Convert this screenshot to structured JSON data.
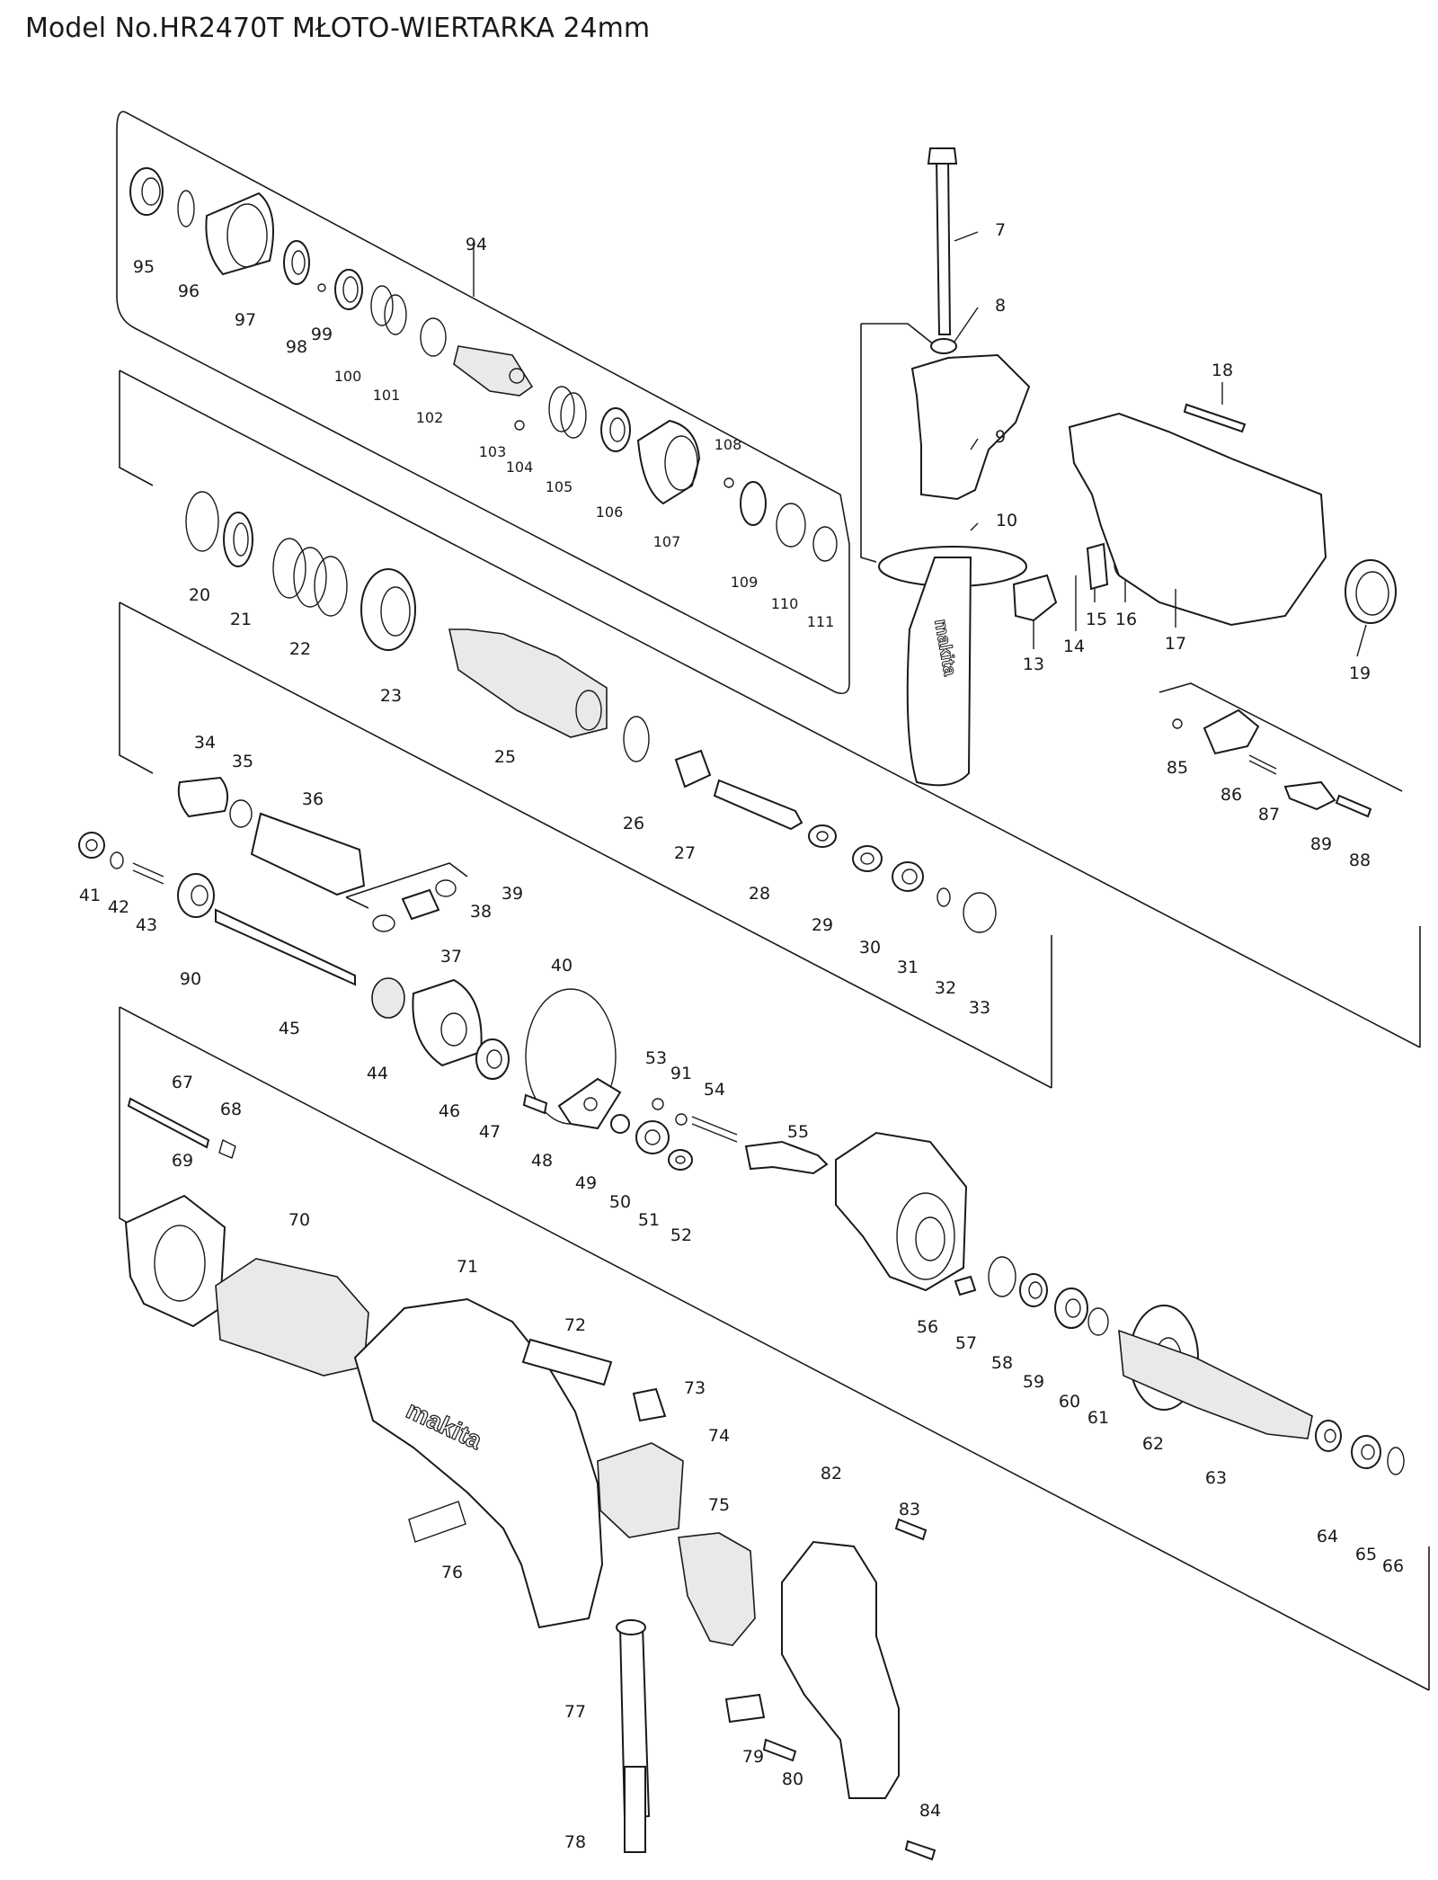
{
  "title": "Model No.HR2470T MŁOTO-WIERTARKA 24mm",
  "brand_text": "makita",
  "parts": [
    {
      "id": "7",
      "label": "7"
    },
    {
      "id": "8",
      "label": "8"
    },
    {
      "id": "9",
      "label": "9"
    },
    {
      "id": "10",
      "label": "10"
    },
    {
      "id": "13",
      "label": "13"
    },
    {
      "id": "14",
      "label": "14"
    },
    {
      "id": "15",
      "label": "15"
    },
    {
      "id": "16",
      "label": "16"
    },
    {
      "id": "17",
      "label": "17"
    },
    {
      "id": "18",
      "label": "18"
    },
    {
      "id": "19",
      "label": "19"
    },
    {
      "id": "20",
      "label": "20"
    },
    {
      "id": "21",
      "label": "21"
    },
    {
      "id": "22",
      "label": "22"
    },
    {
      "id": "23",
      "label": "23"
    },
    {
      "id": "25",
      "label": "25"
    },
    {
      "id": "26",
      "label": "26"
    },
    {
      "id": "27",
      "label": "27"
    },
    {
      "id": "28",
      "label": "28"
    },
    {
      "id": "29",
      "label": "29"
    },
    {
      "id": "30",
      "label": "30"
    },
    {
      "id": "31",
      "label": "31"
    },
    {
      "id": "32",
      "label": "32"
    },
    {
      "id": "33",
      "label": "33"
    },
    {
      "id": "34",
      "label": "34"
    },
    {
      "id": "35",
      "label": "35"
    },
    {
      "id": "36",
      "label": "36"
    },
    {
      "id": "37",
      "label": "37"
    },
    {
      "id": "38",
      "label": "38"
    },
    {
      "id": "39",
      "label": "39"
    },
    {
      "id": "40",
      "label": "40"
    },
    {
      "id": "41",
      "label": "41"
    },
    {
      "id": "42",
      "label": "42"
    },
    {
      "id": "43",
      "label": "43"
    },
    {
      "id": "44",
      "label": "44"
    },
    {
      "id": "45",
      "label": "45"
    },
    {
      "id": "46",
      "label": "46"
    },
    {
      "id": "47",
      "label": "47"
    },
    {
      "id": "48",
      "label": "48"
    },
    {
      "id": "49",
      "label": "49"
    },
    {
      "id": "50",
      "label": "50"
    },
    {
      "id": "51",
      "label": "51"
    },
    {
      "id": "52",
      "label": "52"
    },
    {
      "id": "53",
      "label": "53"
    },
    {
      "id": "54",
      "label": "54"
    },
    {
      "id": "55",
      "label": "55"
    },
    {
      "id": "56",
      "label": "56"
    },
    {
      "id": "57",
      "label": "57"
    },
    {
      "id": "58",
      "label": "58"
    },
    {
      "id": "59",
      "label": "59"
    },
    {
      "id": "60",
      "label": "60"
    },
    {
      "id": "61",
      "label": "61"
    },
    {
      "id": "62",
      "label": "62"
    },
    {
      "id": "63",
      "label": "63"
    },
    {
      "id": "64",
      "label": "64"
    },
    {
      "id": "65",
      "label": "65"
    },
    {
      "id": "66",
      "label": "66"
    },
    {
      "id": "67",
      "label": "67"
    },
    {
      "id": "68",
      "label": "68"
    },
    {
      "id": "69",
      "label": "69"
    },
    {
      "id": "70",
      "label": "70"
    },
    {
      "id": "71",
      "label": "71"
    },
    {
      "id": "72",
      "label": "72"
    },
    {
      "id": "73",
      "label": "73"
    },
    {
      "id": "74",
      "label": "74"
    },
    {
      "id": "75",
      "label": "75"
    },
    {
      "id": "76",
      "label": "76"
    },
    {
      "id": "77",
      "label": "77"
    },
    {
      "id": "78",
      "label": "78"
    },
    {
      "id": "79",
      "label": "79"
    },
    {
      "id": "80",
      "label": "80"
    },
    {
      "id": "82",
      "label": "82"
    },
    {
      "id": "83",
      "label": "83"
    },
    {
      "id": "84",
      "label": "84"
    },
    {
      "id": "85",
      "label": "85"
    },
    {
      "id": "86",
      "label": "86"
    },
    {
      "id": "87",
      "label": "87"
    },
    {
      "id": "88",
      "label": "88"
    },
    {
      "id": "89",
      "label": "89"
    },
    {
      "id": "90",
      "label": "90"
    },
    {
      "id": "91",
      "label": "91"
    },
    {
      "id": "94",
      "label": "94"
    },
    {
      "id": "95",
      "label": "95"
    },
    {
      "id": "96",
      "label": "96"
    },
    {
      "id": "97",
      "label": "97"
    },
    {
      "id": "98",
      "label": "98"
    },
    {
      "id": "99",
      "label": "99"
    },
    {
      "id": "100",
      "label": "100"
    },
    {
      "id": "101",
      "label": "101"
    },
    {
      "id": "102",
      "label": "102"
    },
    {
      "id": "103",
      "label": "103"
    },
    {
      "id": "104",
      "label": "104"
    },
    {
      "id": "105",
      "label": "105"
    },
    {
      "id": "106",
      "label": "106"
    },
    {
      "id": "107",
      "label": "107"
    },
    {
      "id": "108",
      "label": "108"
    },
    {
      "id": "109",
      "label": "109"
    },
    {
      "id": "110",
      "label": "110"
    },
    {
      "id": "111",
      "label": "111"
    }
  ]
}
